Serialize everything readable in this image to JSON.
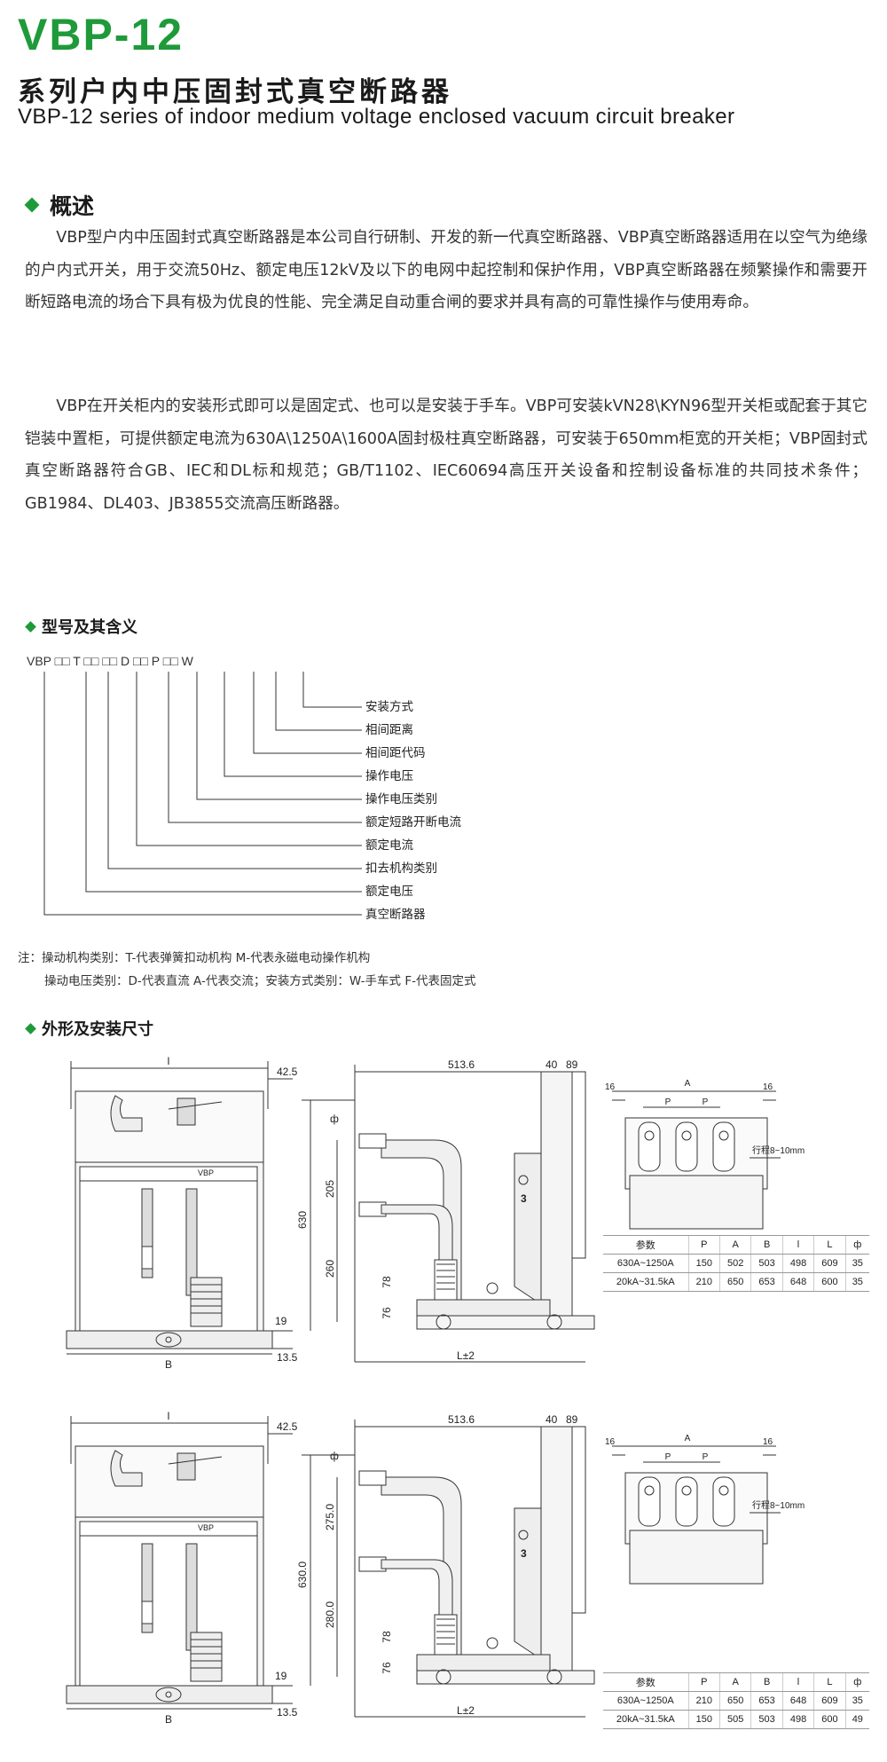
{
  "header": {
    "model": "VBP-12",
    "title_cn": "系列户内中压固封式真空断路器",
    "title_en": "VBP-12 series of indoor medium voltage enclosed vacuum circuit breaker"
  },
  "overview": {
    "heading": "概述",
    "p1": "VBP型户内中压固封式真空断路器是本公司自行研制、开发的新一代真空断路器、VBP真空断路器适用在以空气为绝缘的户内式开关，用于交流50Hz、额定电压12kV及以下的电网中起控制和保护作用，VBP真空断路器在频繁操作和需要开断短路电流的场合下具有极为优良的性能、完全满足自动重合闸的要求并具有高的可靠性操作与使用寿命。",
    "p2": "VBP在开关柜内的安装形式即可以是固定式、也可以是安装于手车。VBP可安装kVN28\\KYN96型开关柜或配套于其它铠装中置柜，可提供额定电流为630A\\1250A\\1600A固封极柱真空断路器，可安装于650mm柜宽的开关柜；VBP固封式真空断路器符合GB、IEC和DL标和规范；GB/T1102、IEC60694高压开关设备和控制设备标准的共同技术条件；GB1984、DL403、JB3855交流高压断路器。"
  },
  "model_meaning": {
    "heading": "型号及其含义",
    "code": "VBP □□ T □□ □□ D □□ P □□ W",
    "labels": [
      "安装方式",
      "相间距离",
      "相间距代码",
      "操作电压",
      "操作电压类别",
      "额定短路开断电流",
      "额定电流",
      "扣去机构类别",
      "额定电压",
      "真空断路器"
    ],
    "note1": "注：操动机构类别：T-代表弹簧扣动机构 M-代表永磁电动操作机构",
    "note2": "操动电压类别：D-代表直流 A-代表交流；安装方式类别：W-手车式 F-代表固定式"
  },
  "dimensions": {
    "heading": "外形及安装尺寸",
    "drawing1": {
      "front": {
        "top_dim": "l",
        "right_dim": "42.5",
        "badge": "VBP",
        "bottom_dim": "B",
        "base_dim": "13.5",
        "foot_dim": "19"
      },
      "side": {
        "width_dim": "513.6",
        "d40": "40",
        "d89": "89",
        "height_dim": "630",
        "upper_dim": "205",
        "lower_dim": "260",
        "d78": "78",
        "d76": "76",
        "phi": "ф",
        "bottom_dim": "L±2",
        "mark": "3"
      },
      "top": {
        "d16a": "16",
        "d16b": "16",
        "A": "A",
        "P1": "P",
        "P2": "P",
        "travel": "行程8~10mm"
      },
      "table": {
        "headers": [
          "参数",
          "P",
          "A",
          "B",
          "l",
          "L",
          "ф"
        ],
        "rows": [
          [
            "630A~1250A",
            "150",
            "502",
            "503",
            "498",
            "609",
            "35"
          ],
          [
            "20kA~31.5kA",
            "210",
            "650",
            "653",
            "648",
            "600",
            "35"
          ]
        ]
      }
    },
    "drawing2": {
      "front": {
        "top_dim": "l",
        "right_dim": "42.5",
        "badge": "VBP",
        "bottom_dim": "B",
        "base_dim": "13.5",
        "foot_dim": "19"
      },
      "side": {
        "width_dim": "513.6",
        "d40": "40",
        "d89": "89",
        "height_dim": "630.0",
        "upper_dim": "275.0",
        "lower_dim": "280.0",
        "d78": "78",
        "d76": "76",
        "phi": "ф",
        "bottom_dim": "L±2",
        "mark": "3"
      },
      "top": {
        "d16a": "16",
        "d16b": "16",
        "A": "A",
        "P1": "P",
        "P2": "P",
        "travel": "行程8~10mm"
      },
      "table": {
        "headers": [
          "参数",
          "P",
          "A",
          "B",
          "l",
          "L",
          "ф"
        ],
        "rows": [
          [
            "630A~1250A",
            "210",
            "650",
            "653",
            "648",
            "609",
            "35"
          ],
          [
            "20kA~31.5kA",
            "150",
            "505",
            "503",
            "498",
            "600",
            "49"
          ]
        ]
      }
    }
  }
}
